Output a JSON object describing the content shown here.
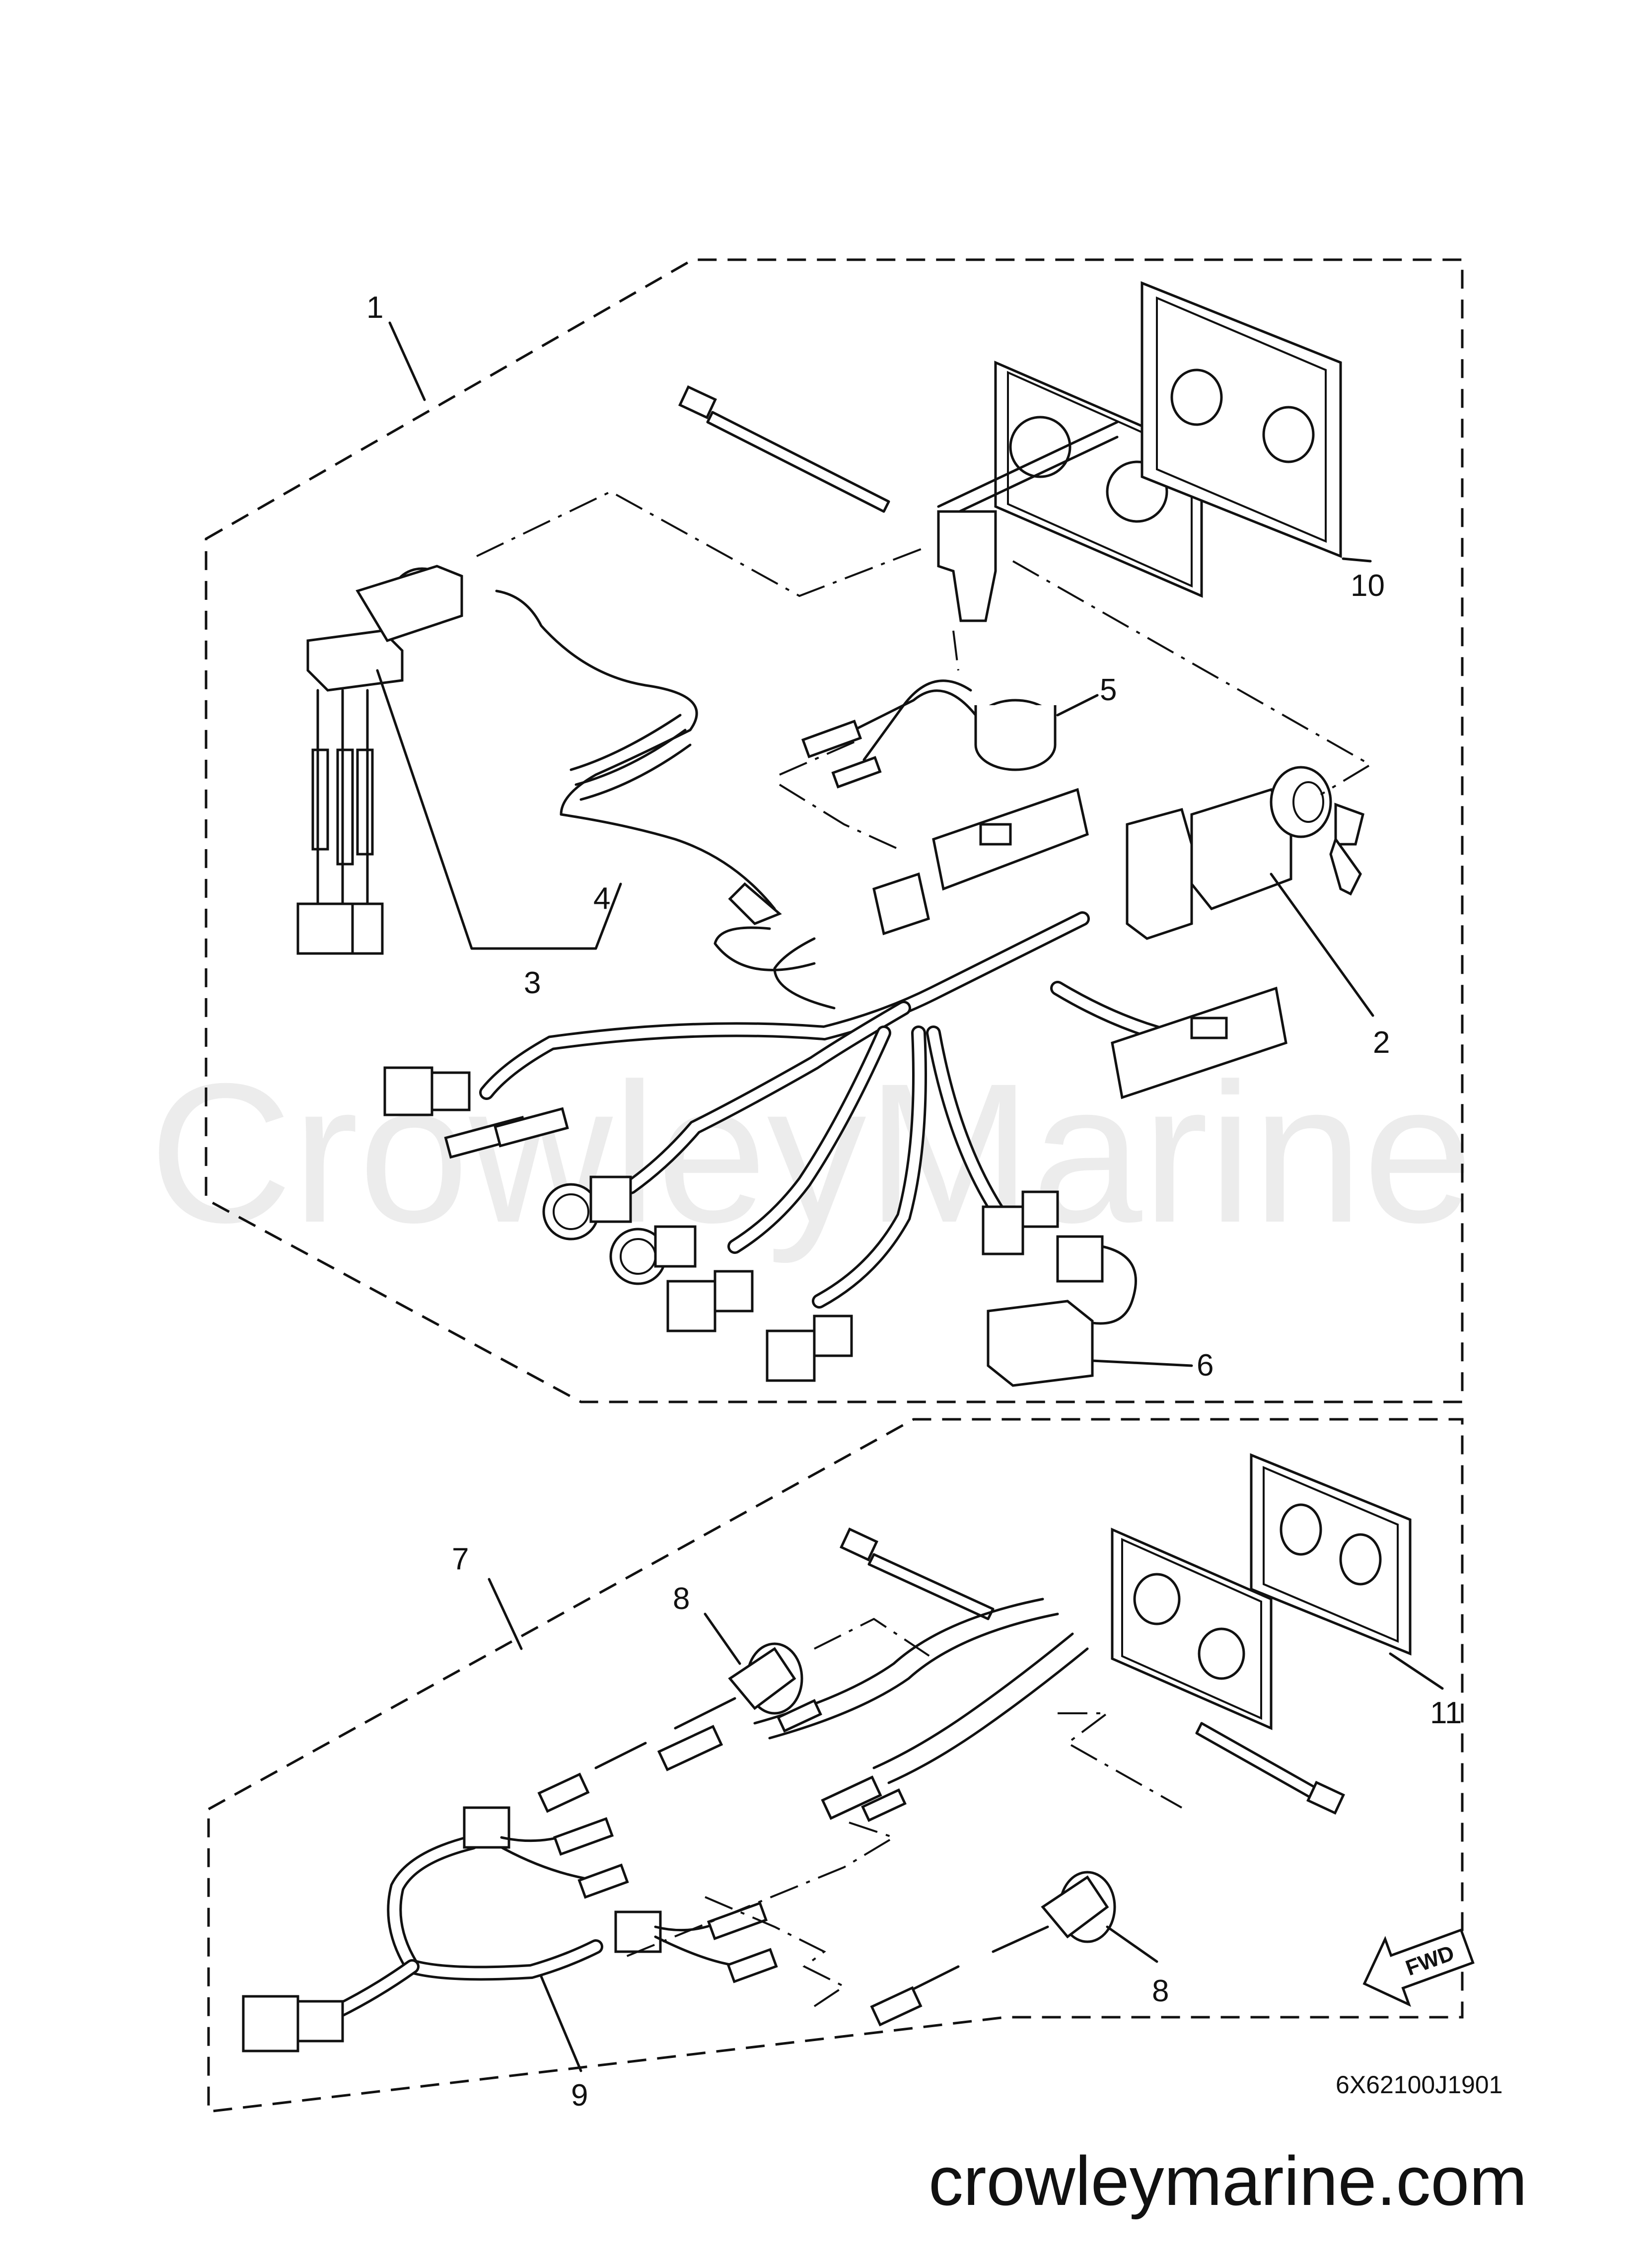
{
  "watermark": "CrowleyMarine",
  "footer_site": "crowleymarine.com",
  "diagram_code": "6X62100J1901",
  "fwd_label": "FWD",
  "callouts": [
    "1",
    "2",
    "3",
    "4",
    "5",
    "6",
    "7",
    "8",
    "8",
    "9",
    "10",
    "11"
  ]
}
